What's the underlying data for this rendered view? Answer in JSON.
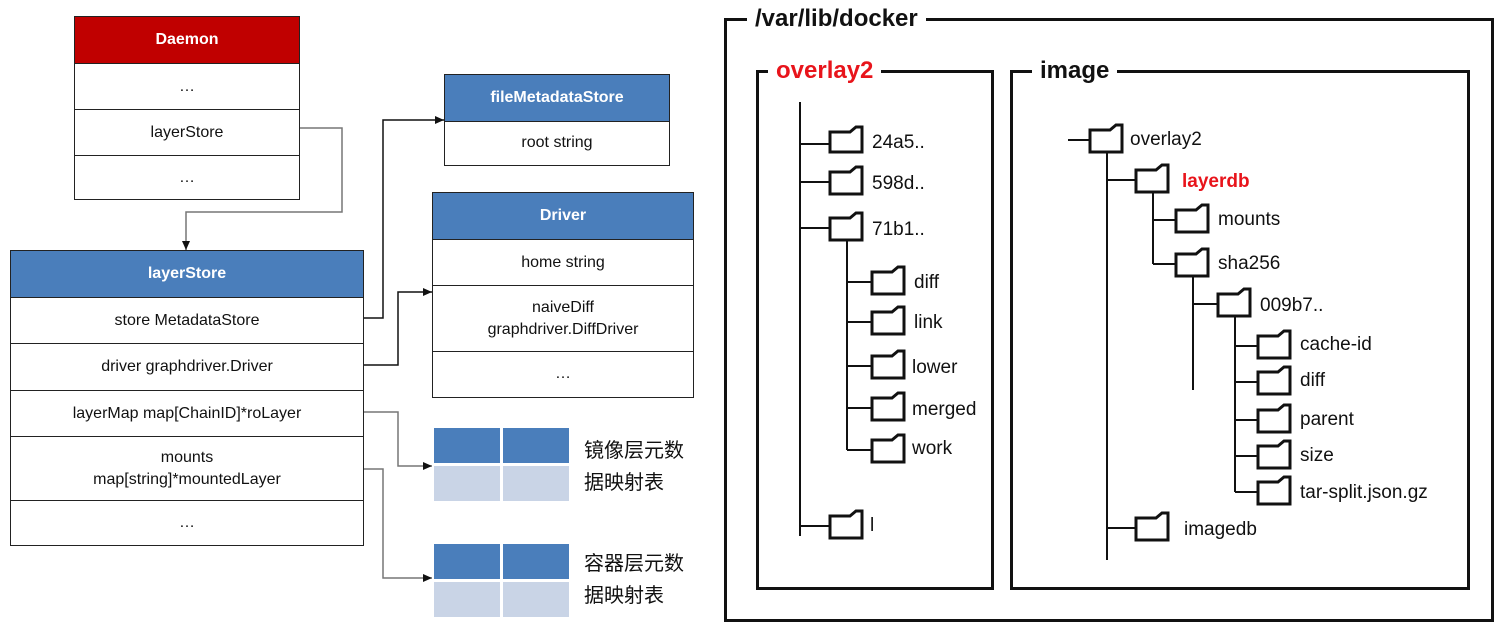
{
  "daemon": {
    "header": "Daemon",
    "rows": [
      "…",
      "layerStore",
      "…"
    ]
  },
  "layer_store": {
    "header": "layerStore",
    "rows": [
      "store  MetadataStore",
      "driver graphdriver.Driver",
      "layerMap map[ChainID]*roLayer",
      "mounts\nmap[string]*mountedLayer",
      "…"
    ]
  },
  "file_metadata_store": {
    "header": "fileMetadataStore",
    "rows": [
      "root string"
    ]
  },
  "driver": {
    "header": "Driver",
    "rows": [
      "home string",
      "naiveDiff\ngraphdriver.DiffDriver",
      "…"
    ]
  },
  "tables": {
    "image_layer_label": "镜像层元数\n据映射表",
    "container_layer_label": "容器层元数\n据映射表"
  },
  "docker_root": {
    "title": "/var/lib/docker"
  },
  "overlay2_panel": {
    "title": "overlay2",
    "items": [
      "24a5..",
      "598d..",
      "71b1..",
      "diff",
      "link",
      "lower",
      "merged",
      "work",
      "l"
    ]
  },
  "image_panel": {
    "title": "image",
    "items": [
      "overlay2",
      "layerdb",
      "mounts",
      "sha256",
      "009b7..",
      "cache-id",
      "diff",
      "parent",
      "size",
      "tar-split.json.gz",
      "imagedb"
    ]
  },
  "colors": {
    "red_header": "#c00000",
    "blue_header": "#4a7ebb",
    "light_cell": "#c9d4e6",
    "red_text": "#e8141b"
  }
}
